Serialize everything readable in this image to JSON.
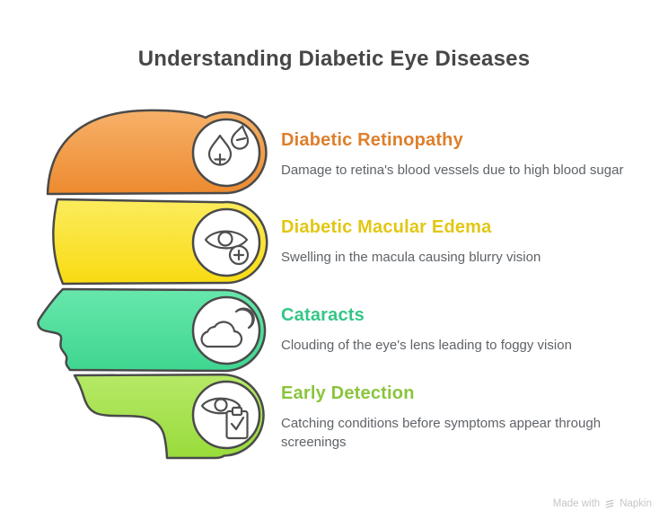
{
  "title": "Understanding Diabetic Eye Diseases",
  "colors": {
    "background": "#ffffff",
    "title_text": "#474747",
    "outline": "#4a4a4a",
    "icon_stroke": "#4f4f4f",
    "description_text": "#5f6368",
    "watermark_text": "#c6c6c6"
  },
  "sections": [
    {
      "heading": "Diabetic Retinopathy",
      "description": "Damage to retina's blood vessels due to high blood sugar",
      "heading_color": "#de7f2b",
      "gradient": [
        "#f7b169",
        "#ed8a2f"
      ],
      "icon": "blood-drops-icon"
    },
    {
      "heading": "Diabetic Macular Edema",
      "description": "Swelling in the macula causing blurry vision",
      "heading_color": "#e2c714",
      "gradient": [
        "#fbec5d",
        "#f9db12"
      ],
      "icon": "eye-plus-icon"
    },
    {
      "heading": "Cataracts",
      "description": "Clouding of the eye's lens leading to foggy vision",
      "heading_color": "#35c687",
      "gradient": [
        "#67e7ac",
        "#3fd690"
      ],
      "icon": "cloud-moon-icon"
    },
    {
      "heading": "Early Detection",
      "description": "Catching conditions before symptoms appear through screenings",
      "heading_color": "#8bc43e",
      "gradient": [
        "#b6e967",
        "#99db3b"
      ],
      "icon": "eye-clipboard-icon"
    }
  ],
  "watermark": {
    "prefix": "Made with",
    "brand": "Napkin"
  }
}
